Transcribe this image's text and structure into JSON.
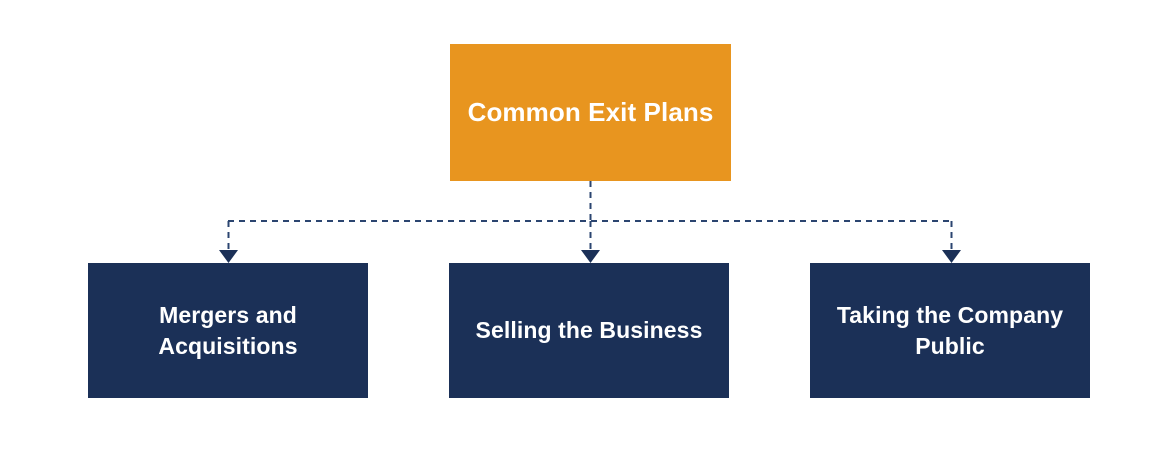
{
  "diagram": {
    "title": "Common Exit Plans",
    "type": "hierarchy-tree",
    "orientation": "top-down",
    "background_color": "#ffffff",
    "root": {
      "label": "Common Exit Plans",
      "fill_color": "#e8951f",
      "text_color": "#ffffff"
    },
    "children": [
      {
        "label": "Mergers and Acquisitions",
        "fill_color": "#1b3057",
        "text_color": "#ffffff"
      },
      {
        "label": "Selling the Business",
        "fill_color": "#1b3057",
        "text_color": "#ffffff"
      },
      {
        "label": "Taking the Company Public",
        "fill_color": "#1b3057",
        "text_color": "#ffffff"
      }
    ],
    "connectors": {
      "style": "dashed",
      "color": "#2b4570",
      "arrowhead": "filled-triangle-down",
      "count": 3
    }
  }
}
